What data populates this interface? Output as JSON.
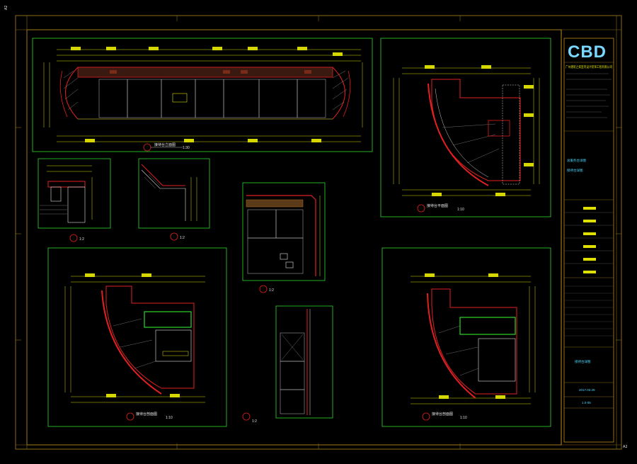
{
  "sheet": {
    "size_label": "A2",
    "colors": {
      "frame": "#8a6a1a",
      "view_frame": "#2bd62b",
      "detail": "#e02020",
      "dim": "#d6d600",
      "accent": "#30c8c8",
      "text": "#e8e8e8"
    }
  },
  "title_block": {
    "logo": "CBD",
    "company_lines": [
      "广州建筑之家室内设计装饰工程有限公司"
    ],
    "project_lines": [
      "总服务台详图",
      "接待台详图"
    ],
    "drawing_title": "接待台详图",
    "date": "2017.03.29",
    "sheet_no": "1.0-05"
  },
  "views": [
    {
      "id": "elev",
      "title": "接待台立面图",
      "scale": "1:30"
    },
    {
      "id": "plan1",
      "title": "接待台平面图",
      "scale": "1:10"
    },
    {
      "id": "d1",
      "title": "",
      "scale": "1:2"
    },
    {
      "id": "d2",
      "title": "",
      "scale": "1:2"
    },
    {
      "id": "d3",
      "title": "",
      "scale": "1:2"
    },
    {
      "id": "plan2",
      "title": "接待台剖面图",
      "scale": "1:10"
    },
    {
      "id": "d4",
      "title": "",
      "scale": "1:2"
    },
    {
      "id": "plan3",
      "title": "接待台剖面图",
      "scale": "1:10"
    }
  ]
}
